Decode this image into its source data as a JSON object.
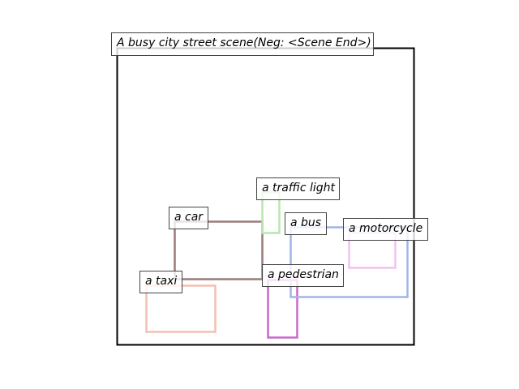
{
  "title": "A busy city street scene(Neg: <Scene End>)",
  "boxes": [
    {
      "label": "a car",
      "color": "#9a7b7b"
    },
    {
      "label": "a taxi",
      "color": "#f2c0b0"
    },
    {
      "label": "a traffic light",
      "color": "#b8e6b0"
    },
    {
      "label": "a pedestrian",
      "color": "#c86ac8"
    },
    {
      "label": "a bus",
      "color": "#a4b4ea"
    },
    {
      "label": "a motorcycle",
      "color": "#f0c4ec"
    }
  ]
}
